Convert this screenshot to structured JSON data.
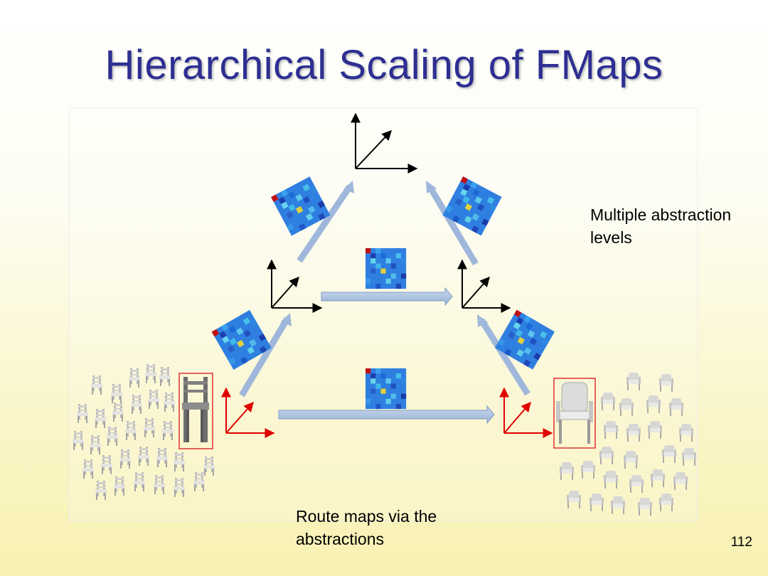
{
  "title": "Hierarchical Scaling of FMaps",
  "notes": {
    "levels": "Multiple abstraction levels",
    "route": "Route maps via the abstractions"
  },
  "page_number": "112",
  "colors": {
    "title": "#2e2f92",
    "axes_top": "#000000",
    "axes_bottom": "#e00000",
    "arrow_fill": "#a8bfdc",
    "arrow_stroke": "#7f9cc6",
    "highlight_box": "#e03030"
  },
  "icons": {
    "axes": "coordinate-axes-icon",
    "fmap": "functional-map-heatmap",
    "chair": "chair-model"
  }
}
